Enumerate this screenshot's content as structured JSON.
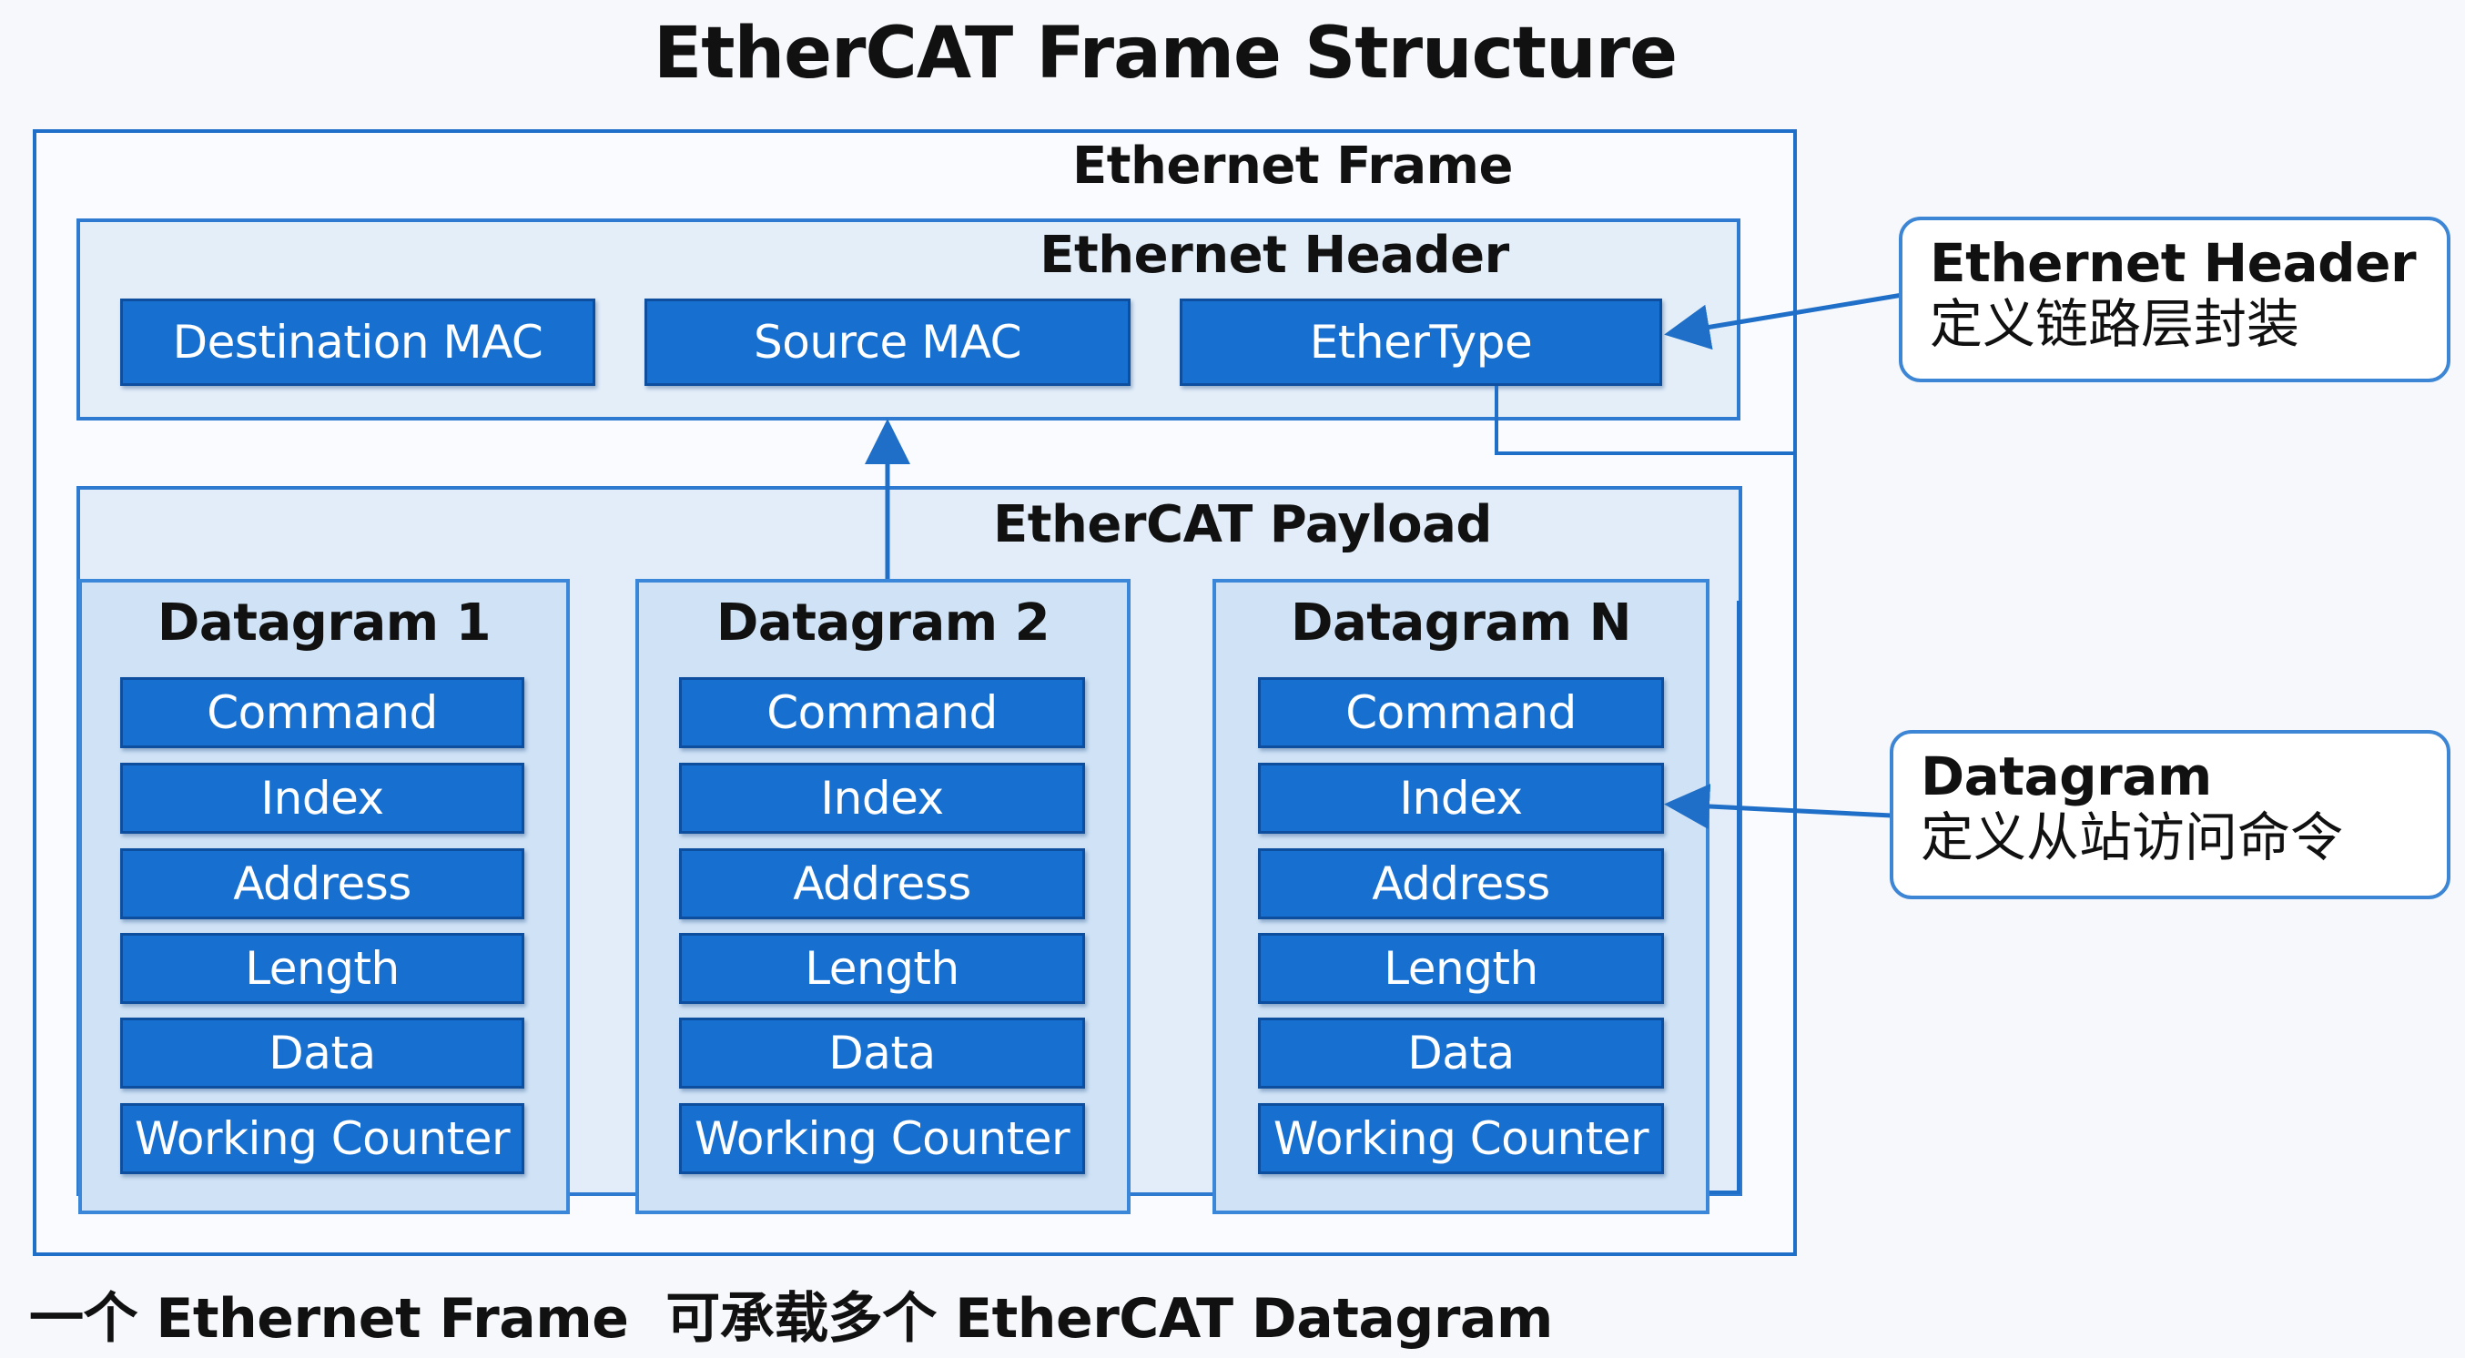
{
  "title": "EtherCAT Frame Structure",
  "ethernet_frame": {
    "label": "Ethernet Frame",
    "header": {
      "label": "Ethernet Header",
      "fields": [
        "Destination MAC",
        "Source MAC",
        "EtherType"
      ]
    },
    "payload": {
      "label": "EtherCAT Payload",
      "datagrams": [
        {
          "title": "Datagram 1",
          "fields": [
            "Command",
            "Index",
            "Address",
            "Length",
            "Data",
            "Working Counter"
          ]
        },
        {
          "title": "Datagram 2",
          "fields": [
            "Command",
            "Index",
            "Address",
            "Length",
            "Data",
            "Working Counter"
          ]
        },
        {
          "title": "Datagram N",
          "fields": [
            "Command",
            "Index",
            "Address",
            "Length",
            "Data",
            "Working Counter"
          ]
        }
      ]
    }
  },
  "callouts": [
    {
      "title": "Ethernet Header",
      "text": "定义链路层封装"
    },
    {
      "title": "Datagram",
      "text": "定义从站访问命令"
    }
  ],
  "caption": "一个 Ethernet Frame  可承载多个 EtherCAT Datagram",
  "colors": {
    "frame_border": "#1f6fc8",
    "field_fill": "#1770d0",
    "datagram_fill": "#cfe2f6",
    "connector": "#1f6fc8"
  }
}
